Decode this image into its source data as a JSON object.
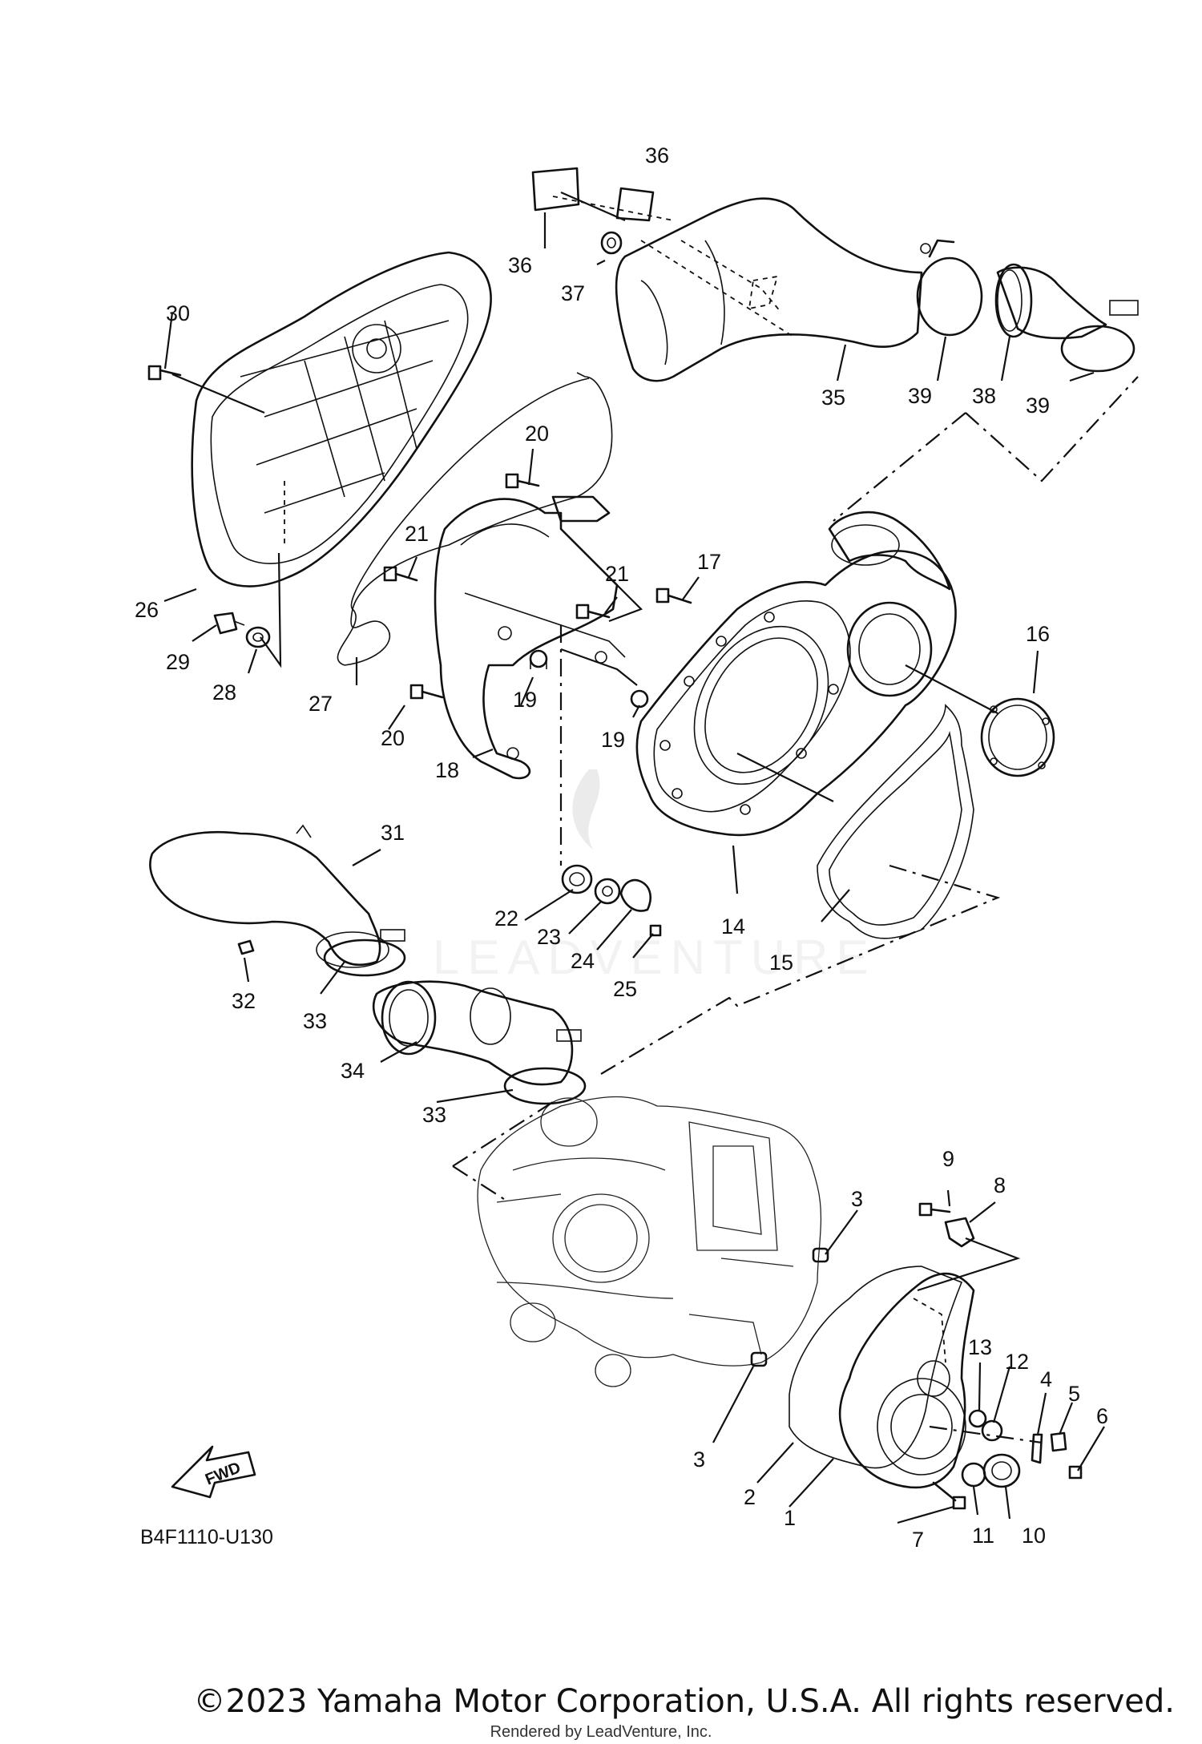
{
  "watermark": "LEADVENTURE",
  "fwd_label": "FWD",
  "diagram_code": "B4F1110-U130",
  "copyright": "©2023 Yamaha Motor Corporation, U.S.A. All rights reserved.",
  "rendered_by": "Rendered by LeadVenture, Inc.",
  "callouts": [
    "36",
    "36",
    "37",
    "35",
    "39",
    "38",
    "39",
    "30",
    "20",
    "21",
    "17",
    "21",
    "26",
    "29",
    "28",
    "27",
    "20",
    "19",
    "19",
    "18",
    "16",
    "14",
    "15",
    "31",
    "22",
    "23",
    "24",
    "25",
    "32",
    "33",
    "34",
    "33",
    "9",
    "8",
    "3",
    "13",
    "12",
    "4",
    "5",
    "6",
    "3",
    "2",
    "1",
    "7",
    "11",
    "10"
  ]
}
